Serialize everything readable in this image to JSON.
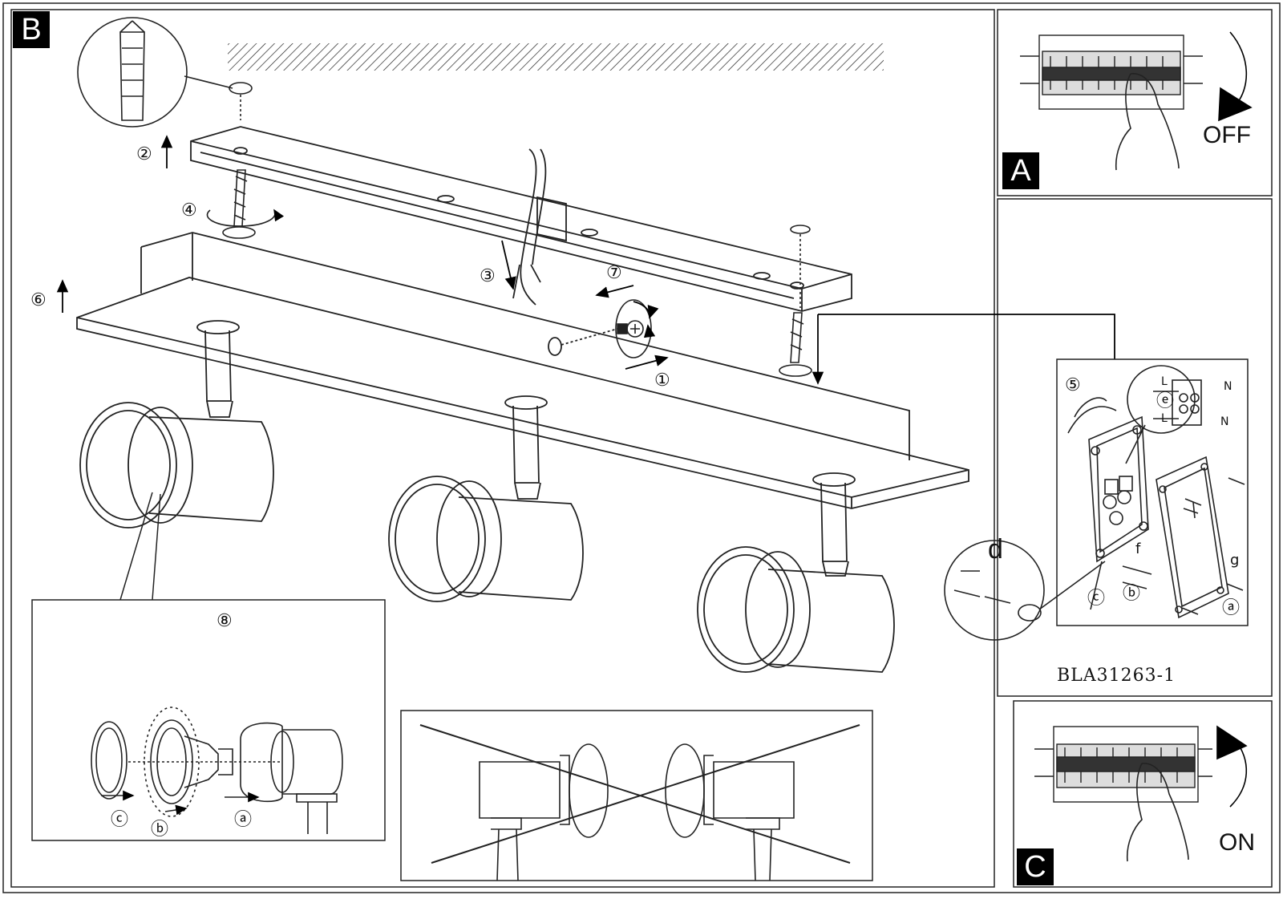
{
  "panels": {
    "main_tag": "B",
    "off_tag": "A",
    "on_tag": "C"
  },
  "switch": {
    "off_label": "OFF",
    "on_label": "ON"
  },
  "steps": {
    "s1": "①",
    "s2": "②",
    "s3": "③",
    "s4": "④",
    "s5": "⑤",
    "s6": "⑥",
    "s7": "⑦",
    "s8": "⑧"
  },
  "lamp_parts": {
    "a": "ⓐ",
    "b": "ⓑ",
    "c": "ⓒ"
  },
  "junction_box": {
    "d": "d",
    "e": "ⓔ",
    "f": "f",
    "g": "g",
    "a": "ⓐ",
    "b": "ⓑ",
    "c": "ⓒ",
    "L1": "L",
    "L2": "L",
    "N1": "N",
    "N2": "N"
  },
  "product_code": "BLA31263-1",
  "icons": [
    "breaker-panel-icon",
    "hand-icon",
    "rotate-arrow-icon",
    "screw-icon",
    "wall-plug-icon",
    "spotlight-icon",
    "junction-box-icon",
    "cross-out-icon"
  ]
}
